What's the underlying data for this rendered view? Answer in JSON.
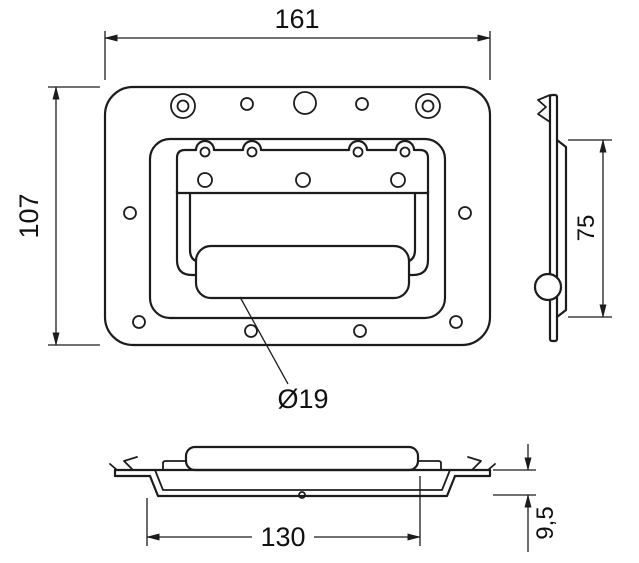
{
  "dimensions": {
    "overall_width": "161",
    "overall_height": "107",
    "recess_depth": "75",
    "grip_diameter": "Ø19",
    "handle_width": "130",
    "panel_thickness": "9,5"
  },
  "colors": {
    "line": "#1c1c1c",
    "background": "#ffffff"
  }
}
